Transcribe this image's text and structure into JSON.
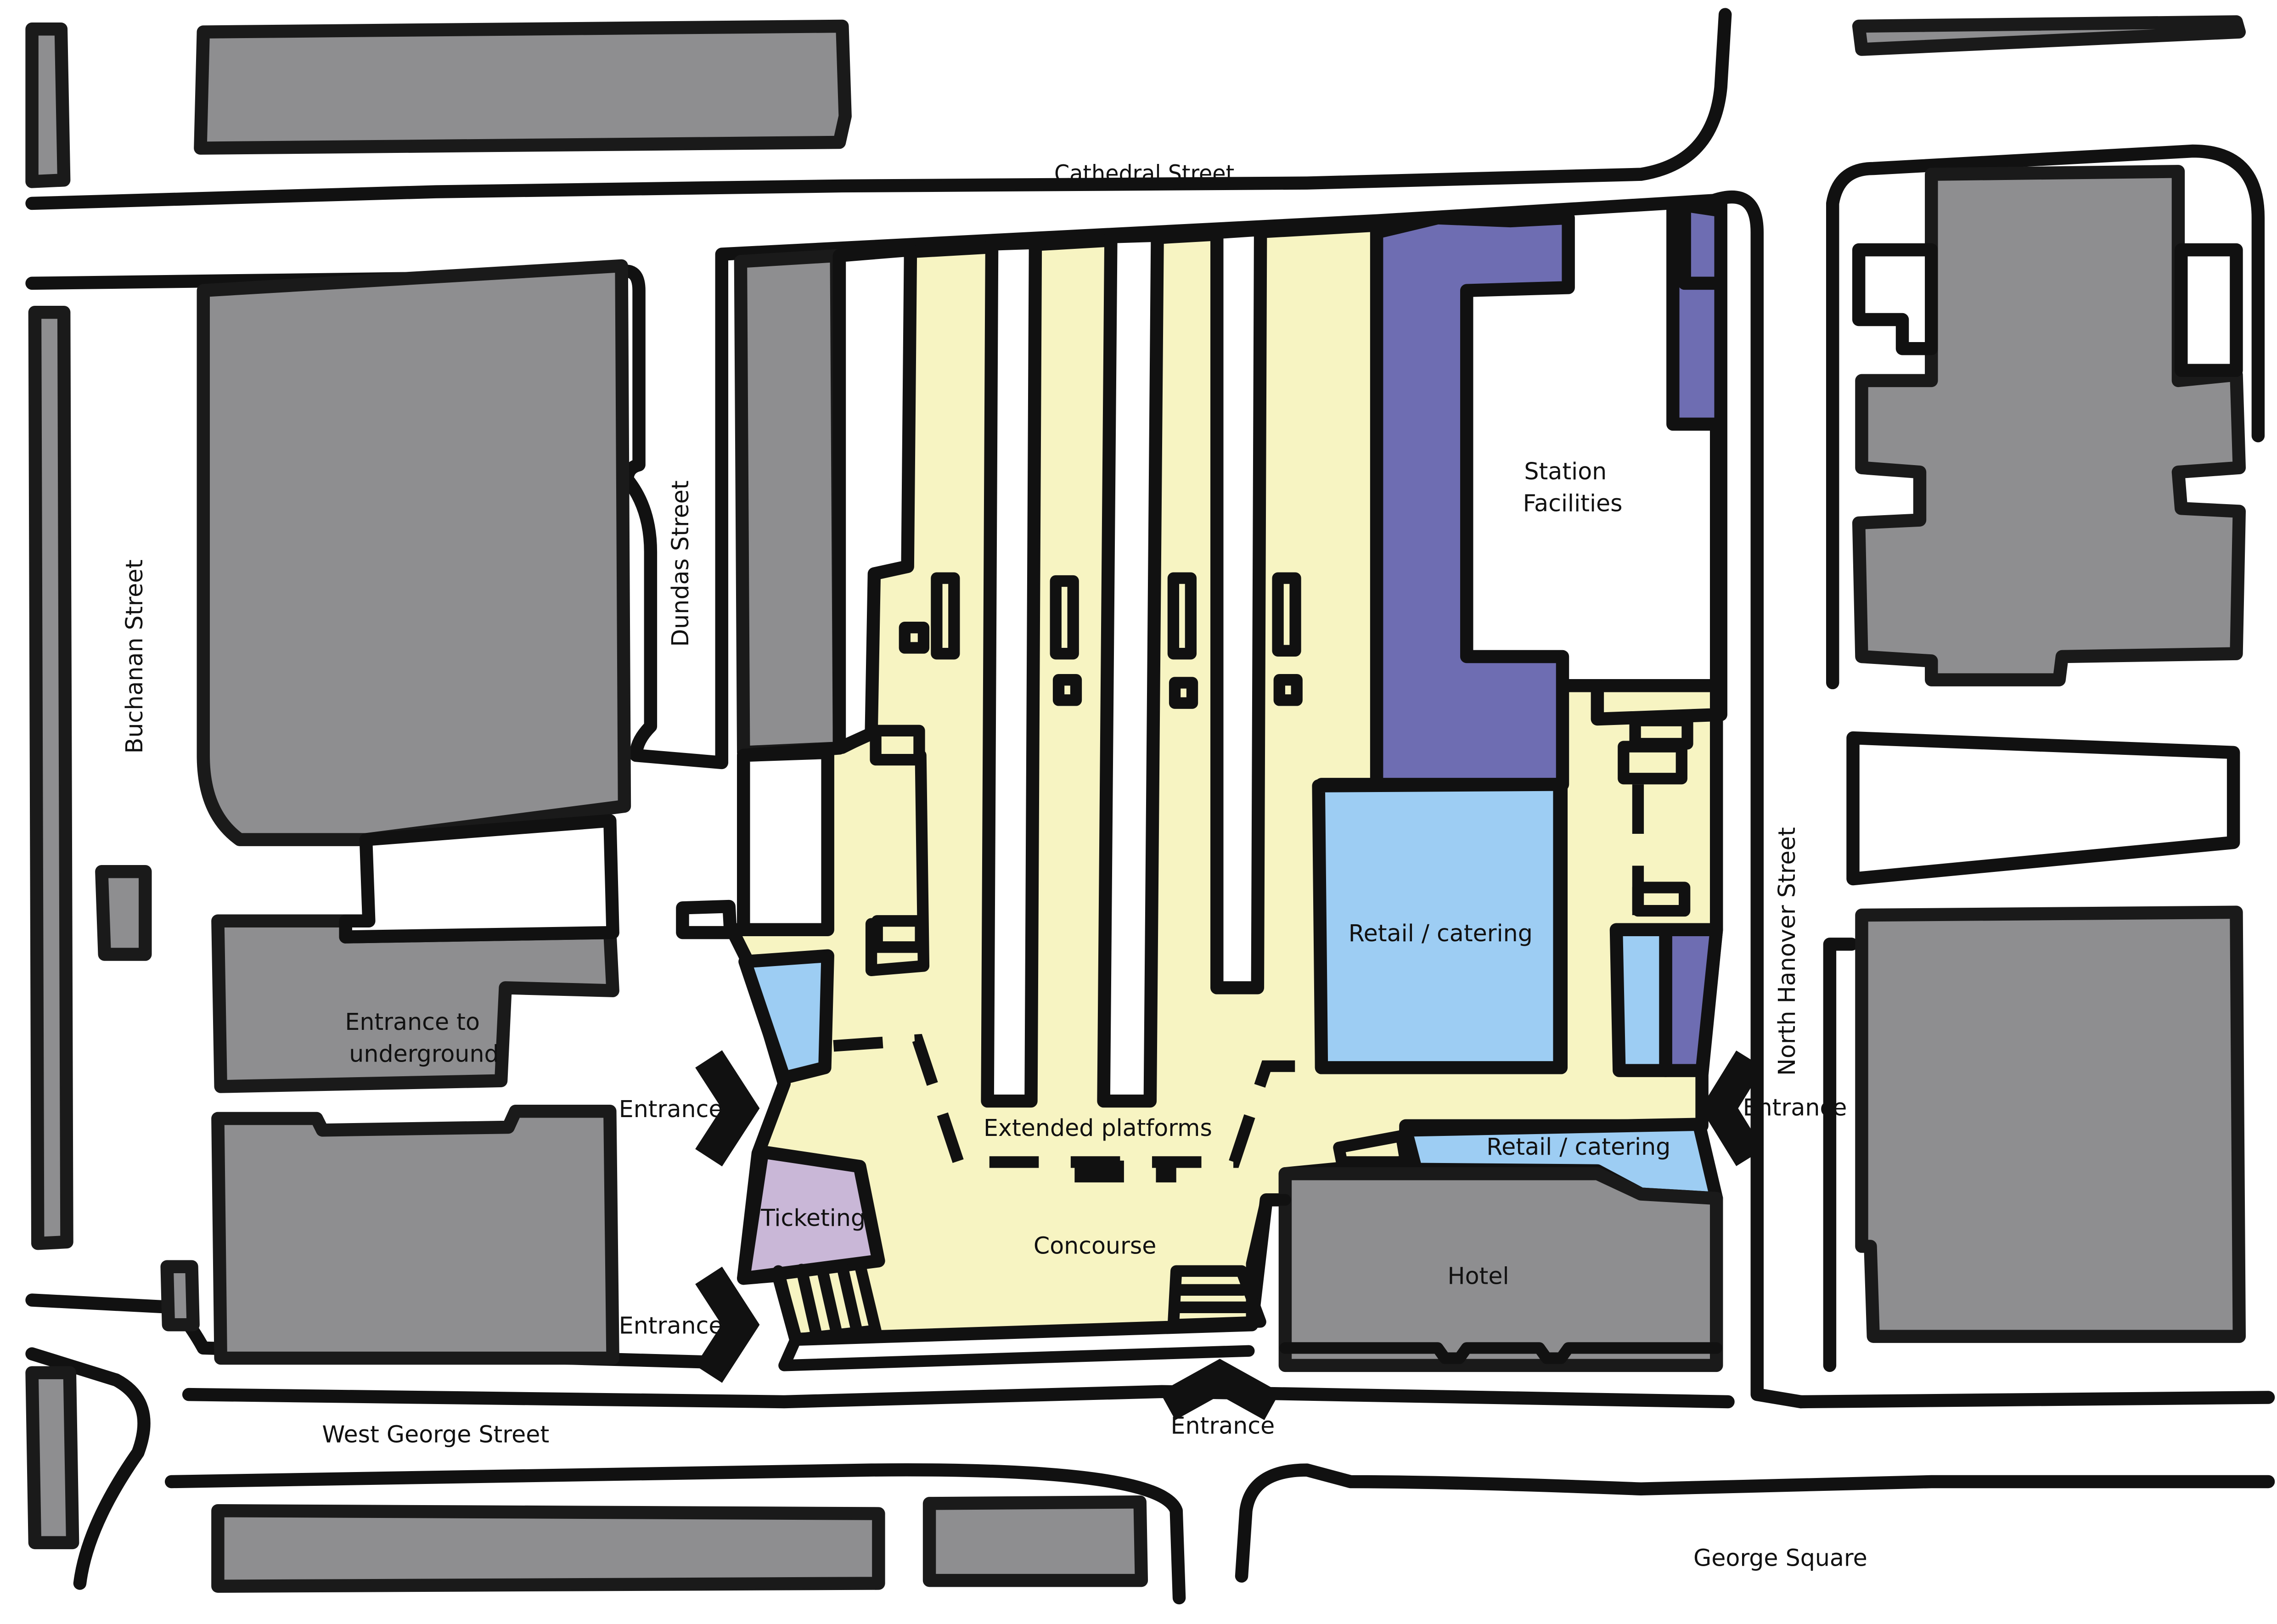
{
  "streets": {
    "cathedral": "Cathedral Street",
    "buchanan": "Buchanan Street",
    "dundas": "Dundas Street",
    "north_hanover": "North Hanover Street",
    "west_george": "West George Street",
    "george_square": "George Square"
  },
  "zones": {
    "station_facilities_line1": "Station",
    "station_facilities_line2": "Facilities",
    "retail_main": "Retail / catering",
    "retail_south": "Retail / catering",
    "ticketing": "Ticketing",
    "hotel": "Hotel",
    "concourse": "Concourse",
    "extended_platforms": "Extended platforms",
    "underground_line1": "Entrance to",
    "underground_line2": "underground"
  },
  "entrances": {
    "west_upper": "Entrance",
    "west_lower": "Entrance",
    "east": "Entrance",
    "south": "Entrance"
  },
  "colors": {
    "concourse": "#f7f4c2",
    "station_facilities": "#6e6db2",
    "retail": "#9dcdf3",
    "ticketing": "#c9b7d7",
    "building": "#8e8e90"
  }
}
